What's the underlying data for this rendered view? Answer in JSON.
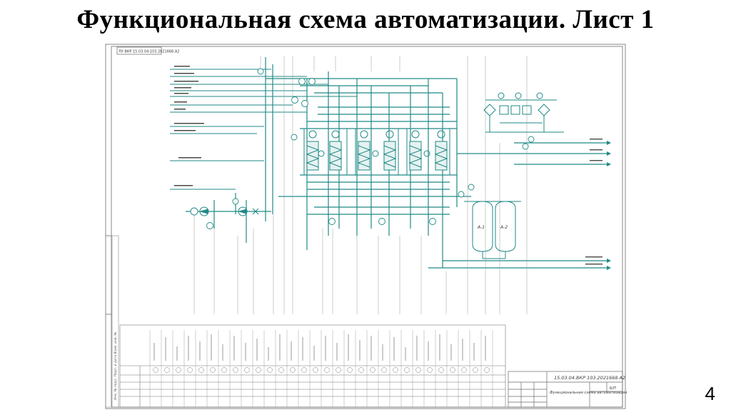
{
  "slide": {
    "title": "Функциональная схема автоматизации. Лист 1",
    "page_number": "4"
  },
  "drawing": {
    "doc_code_top": "ЛУ ВКР 15.03.04.103.2021668.А2",
    "title_block": {
      "doc_code": "15.03.04.ВКР 103.2021668 А2",
      "sheet_name": "Функциональная схема автоматизации",
      "sheet_label": "Б/П"
    },
    "equipment": {
      "tank_1": "А-1",
      "tank_2": "А-2"
    },
    "colors": {
      "line": "#1f8a86",
      "frame": "#6a6a6a",
      "text": "#3a3a3a"
    }
  }
}
